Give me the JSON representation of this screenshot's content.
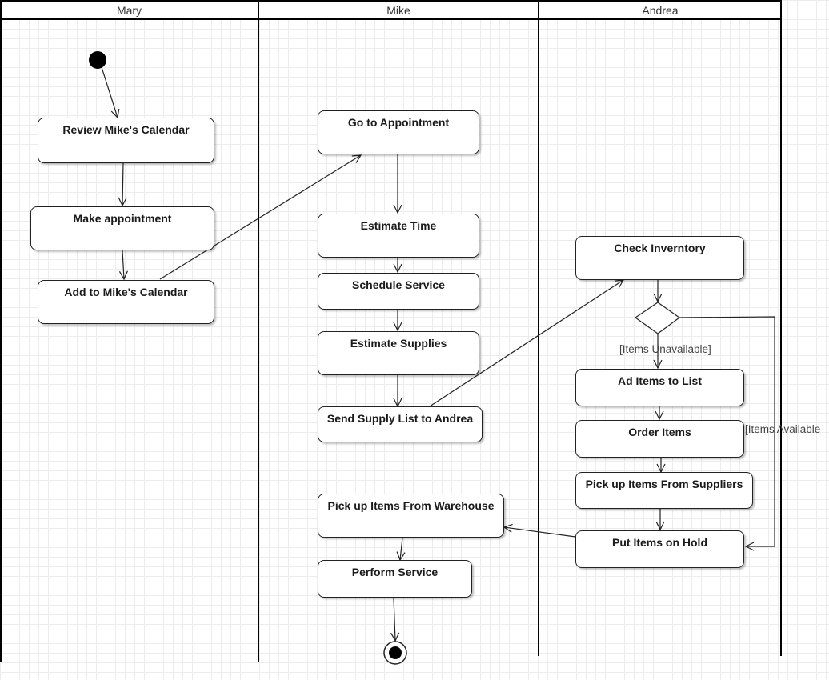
{
  "lanes": [
    {
      "name": "Mary"
    },
    {
      "name": "Mike"
    },
    {
      "name": "Andrea"
    }
  ],
  "nodes": {
    "review_calendar": "Review Mike's Calendar",
    "make_appointment": "Make appointment",
    "add_calendar": "Add to Mike's Calendar",
    "go_appointment": "Go to Appointment",
    "estimate_time": "Estimate Time",
    "schedule_service": "Schedule Service",
    "estimate_supplies": "Estimate Supplies",
    "send_supply_list": "Send Supply List to Andrea",
    "pickup_warehouse": "Pick up Items From Warehouse",
    "perform_service": "Perform Service",
    "check_inventory": "Check Inverntory",
    "add_items_list": "Ad Items to List",
    "order_items": "Order Items",
    "pickup_suppliers": "Pick up Items From Suppliers",
    "put_on_hold": "Put Items on Hold"
  },
  "guards": {
    "unavailable": "[Items Unavailable]",
    "available": "[Items Available"
  }
}
